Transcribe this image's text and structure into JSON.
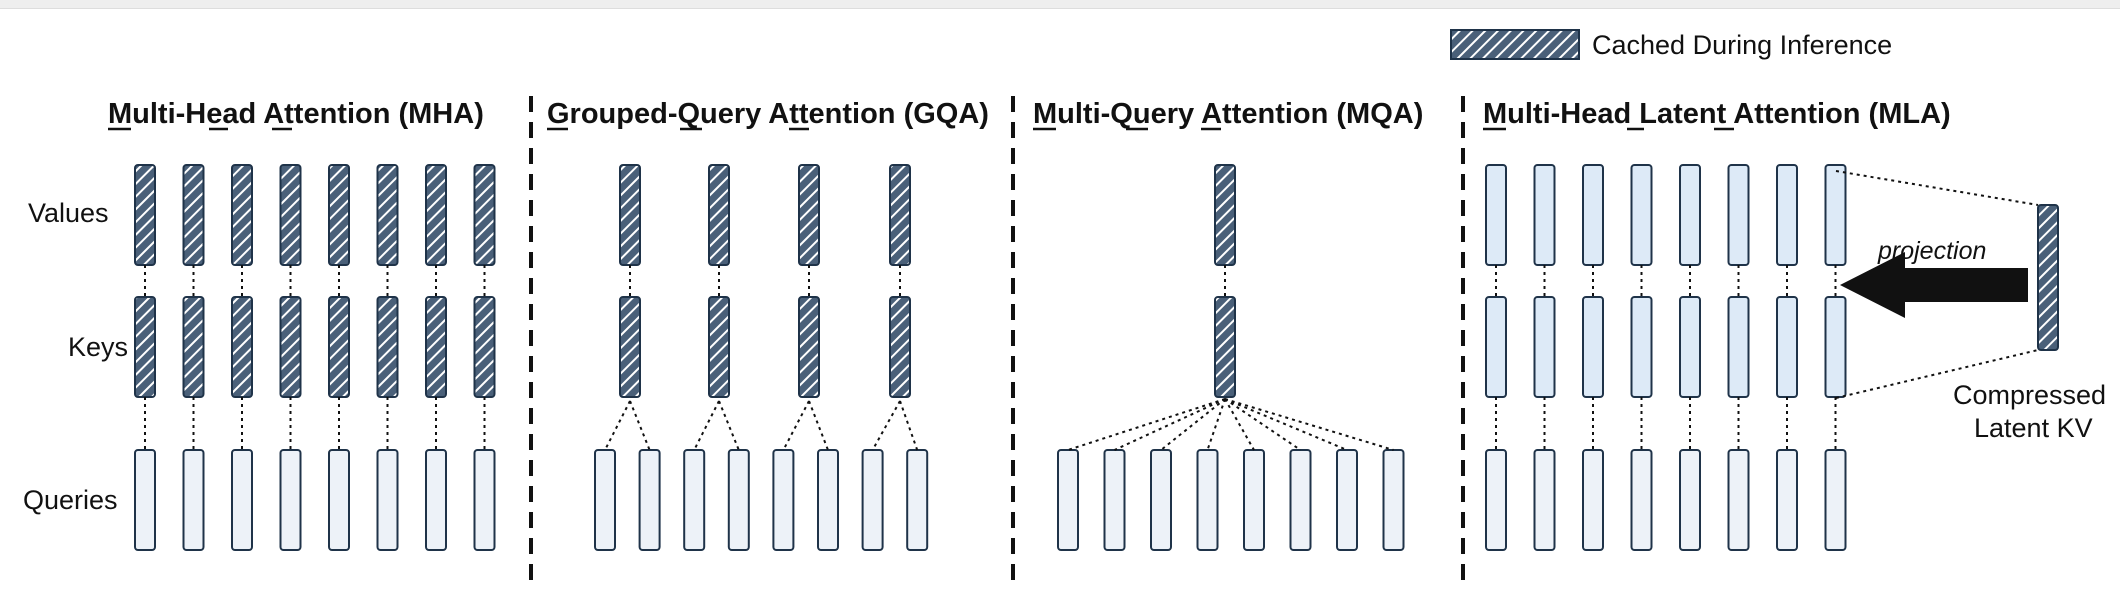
{
  "legend": {
    "label": "Cached During Inference"
  },
  "row_labels": [
    "Values",
    "Keys",
    "Queries"
  ],
  "panels": [
    {
      "id": "mha",
      "title": "Multi-Head Attention (MHA)",
      "underlined_letters": [
        "M",
        "H",
        "A"
      ],
      "num_query_heads": 8,
      "num_kv_heads": 8,
      "kv_cached": true
    },
    {
      "id": "gqa",
      "title": "Grouped-Query Attention (GQA)",
      "underlined_letters": [
        "G",
        "Q",
        "A"
      ],
      "num_query_heads": 8,
      "num_kv_heads": 4,
      "kv_cached": true
    },
    {
      "id": "mqa",
      "title": "Multi-Query Attention (MQA)",
      "underlined_letters": [
        "M",
        "Q",
        "A"
      ],
      "num_query_heads": 8,
      "num_kv_heads": 1,
      "kv_cached": true
    },
    {
      "id": "mla",
      "title": "Multi-Head Latent Attention (MLA)",
      "underlined_letters": [
        "M",
        "L",
        "A"
      ],
      "num_query_heads": 8,
      "num_kv_heads": 8,
      "kv_cached": false
    }
  ],
  "mla": {
    "projection_label": "projection",
    "latent_label_line1": "Compressed",
    "latent_label_line2": "Latent KV"
  },
  "colors": {
    "outline": "#1f3349",
    "cached_fill": "#4a6079",
    "cached_hatch": "#ffffff",
    "uncached_fill": "#ddeaf7",
    "query_fill": "#edf2f8",
    "arrow": "#111111"
  }
}
